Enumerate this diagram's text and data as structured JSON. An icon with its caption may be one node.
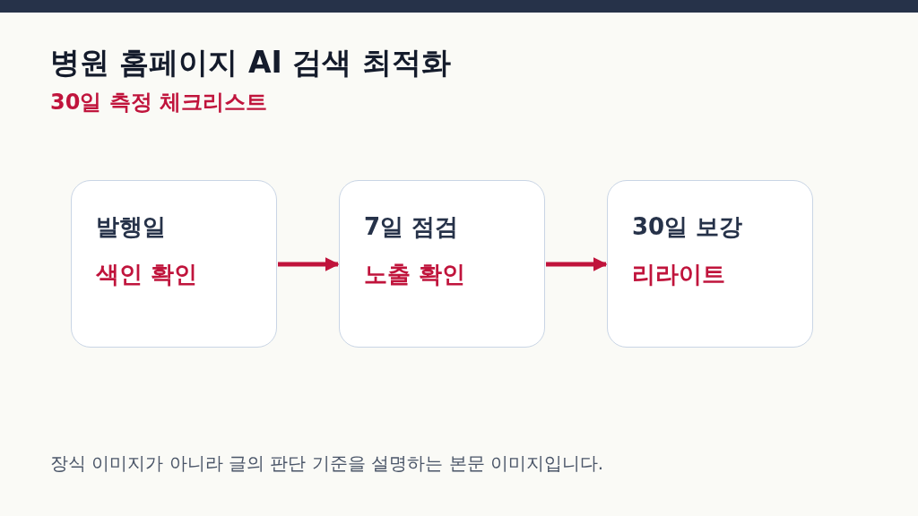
{
  "diagram": {
    "title": "병원 홈페이지 AI 검색 최적화",
    "caption": "장식 이미지가 아니라 글의 판단 기준을 설명하는 본문 이미지입니다.",
    "nodes": [
      {
        "text": [
          "발행일",
          "색인 확인"
        ]
      },
      {
        "text": [
          "7일 점검",
          "노출 확인"
        ]
      },
      {
        "text": [
          "30일 보강",
          "리라이트"
        ]
      }
    ],
    "edges": [
      {
        "from": 0,
        "to": 1,
        "arrow": "to"
      },
      {
        "from": 1,
        "to": 2,
        "arrow": "to"
      }
    ],
    "labels": [
      "30일 측정 체크리스트"
    ]
  }
}
